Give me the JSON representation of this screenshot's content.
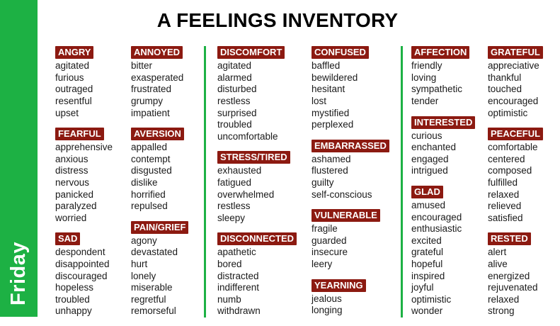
{
  "title": "A FEELINGS INVENTORY",
  "sidebar": {
    "label": "Friday"
  },
  "colors": {
    "sidebar_green": "#1db144",
    "divider_green": "#1db144",
    "badge_red": "#8c1a11",
    "badge_text": "#ffffff",
    "text": "#1a1a1a",
    "title_text": "#000000"
  },
  "columns": [
    {
      "groups": [
        {
          "label": "ANGRY",
          "items": [
            "agitated",
            "furious",
            "outraged",
            "resentful",
            "upset"
          ]
        },
        {
          "label": "FEARFUL",
          "items": [
            "apprehensive",
            "anxious",
            "distress",
            "nervous",
            "panicked",
            "paralyzed",
            "worried"
          ]
        },
        {
          "label": "SAD",
          "items": [
            "despondent",
            "disappointed",
            "discouraged",
            "hopeless",
            "troubled",
            "unhappy"
          ]
        }
      ]
    },
    {
      "groups": [
        {
          "label": "ANNOYED",
          "items": [
            "bitter",
            "exasperated",
            "frustrated",
            "grumpy",
            "impatient"
          ]
        },
        {
          "label": "AVERSION",
          "items": [
            "appalled",
            "contempt",
            "disgusted",
            "dislike",
            "horrified",
            "repulsed"
          ]
        },
        {
          "label": "PAIN/GRIEF",
          "items": [
            "agony",
            "devastated",
            "hurt",
            "lonely",
            "miserable",
            "regretful",
            "remorseful"
          ]
        }
      ]
    },
    {
      "groups": [
        {
          "label": "DISCOMFORT",
          "items": [
            "agitated",
            "alarmed",
            "disturbed",
            "restless",
            "surprised",
            "troubled",
            "uncomfortable"
          ]
        },
        {
          "label": "STRESS/TIRED",
          "items": [
            "exhausted",
            "fatigued",
            "overwhelmed",
            "restless",
            "sleepy"
          ]
        },
        {
          "label": "DISCONNECTED",
          "items": [
            "apathetic",
            "bored",
            "distracted",
            "indifferent",
            "numb",
            "withdrawn"
          ]
        }
      ]
    },
    {
      "groups": [
        {
          "label": "CONFUSED",
          "items": [
            "baffled",
            "bewildered",
            "hesitant",
            "lost",
            "mystified",
            "perplexed"
          ]
        },
        {
          "label": "EMBARRASSED",
          "items": [
            "ashamed",
            "flustered",
            "guilty",
            "self-conscious"
          ]
        },
        {
          "label": "VULNERABLE",
          "items": [
            "fragile",
            "guarded",
            "insecure",
            "leery"
          ]
        },
        {
          "label": "YEARNING",
          "items": [
            "jealous",
            "longing"
          ]
        }
      ]
    },
    {
      "groups": [
        {
          "label": "AFFECTION",
          "items": [
            "friendly",
            "loving",
            "sympathetic",
            "tender"
          ]
        },
        {
          "label": "INTERESTED",
          "items": [
            "curious",
            "enchanted",
            "engaged",
            "intrigued"
          ]
        },
        {
          "label": "GLAD",
          "items": [
            "amused",
            "encouraged",
            "enthusiastic",
            "excited",
            "grateful",
            "hopeful",
            "inspired",
            "joyful",
            "optimistic",
            "wonder"
          ]
        }
      ]
    },
    {
      "groups": [
        {
          "label": "GRATEFUL",
          "items": [
            "appreciative",
            "thankful",
            "touched",
            "encouraged",
            "optimistic"
          ]
        },
        {
          "label": "PEACEFUL",
          "items": [
            "comfortable",
            "centered",
            "composed",
            "fulfilled",
            "relaxed",
            "relieved",
            "satisfied"
          ]
        },
        {
          "label": "RESTED",
          "items": [
            "alert",
            "alive",
            "energized",
            "rejuvenated",
            "relaxed",
            "strong"
          ]
        }
      ]
    }
  ]
}
